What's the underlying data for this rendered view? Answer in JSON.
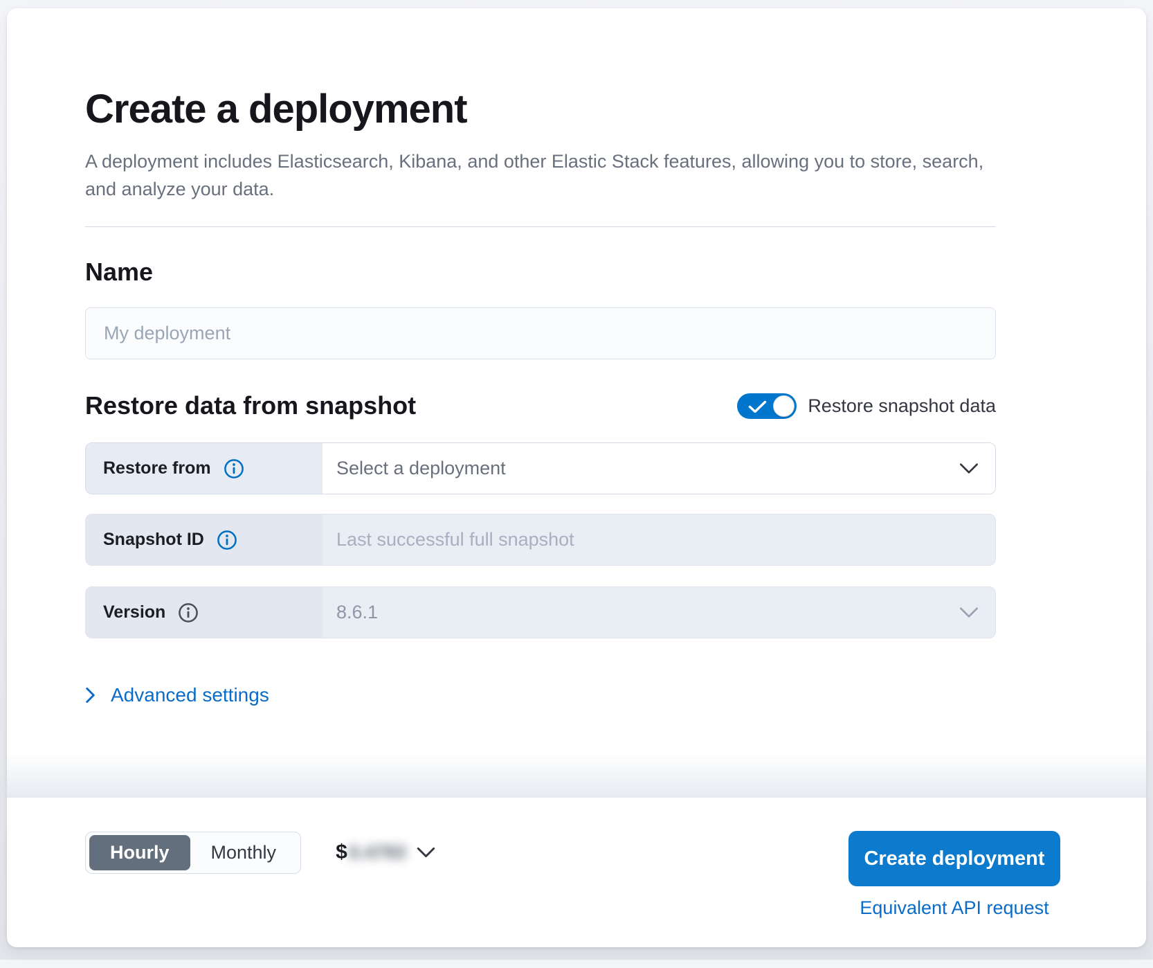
{
  "page": {
    "title": "Create a deployment",
    "subtitle": "A deployment includes Elasticsearch, Kibana, and other Elastic Stack features, allowing you to store, search, and analyze your data."
  },
  "name_section": {
    "heading": "Name",
    "input_value": "",
    "input_placeholder": "My deployment"
  },
  "snapshot_section": {
    "heading": "Restore data from snapshot",
    "toggle_label": "Restore snapshot data",
    "toggle_state": "on",
    "rows": [
      {
        "label": "Restore from",
        "value": "Select a deployment",
        "type": "select",
        "enabled": true
      },
      {
        "label": "Snapshot ID",
        "placeholder": "Last successful full snapshot",
        "type": "input",
        "enabled": false
      },
      {
        "label": "Version",
        "value": "8.6.1",
        "type": "select",
        "enabled": false
      }
    ],
    "advanced_settings_label": "Advanced settings"
  },
  "footer": {
    "billing_options": [
      "Hourly",
      "Monthly"
    ],
    "billing_selected": "Hourly",
    "price_currency": "$",
    "price_value_blurred": "0.4793",
    "create_button_label": "Create deployment",
    "api_link_label": "Equivalent API request"
  },
  "colors": {
    "primary_button_blue": "#0c7bcd",
    "link_blue": "#0a6cc8",
    "toggle_blue": "#0077cc",
    "billing_selected_slate": "#646f7d",
    "row_label_bg": "#e7ebf3",
    "disabled_row_bg": "#e9edf4",
    "border": "#d3dae6",
    "text_dark": "#1a1c21",
    "text_subdued": "#69707d"
  }
}
